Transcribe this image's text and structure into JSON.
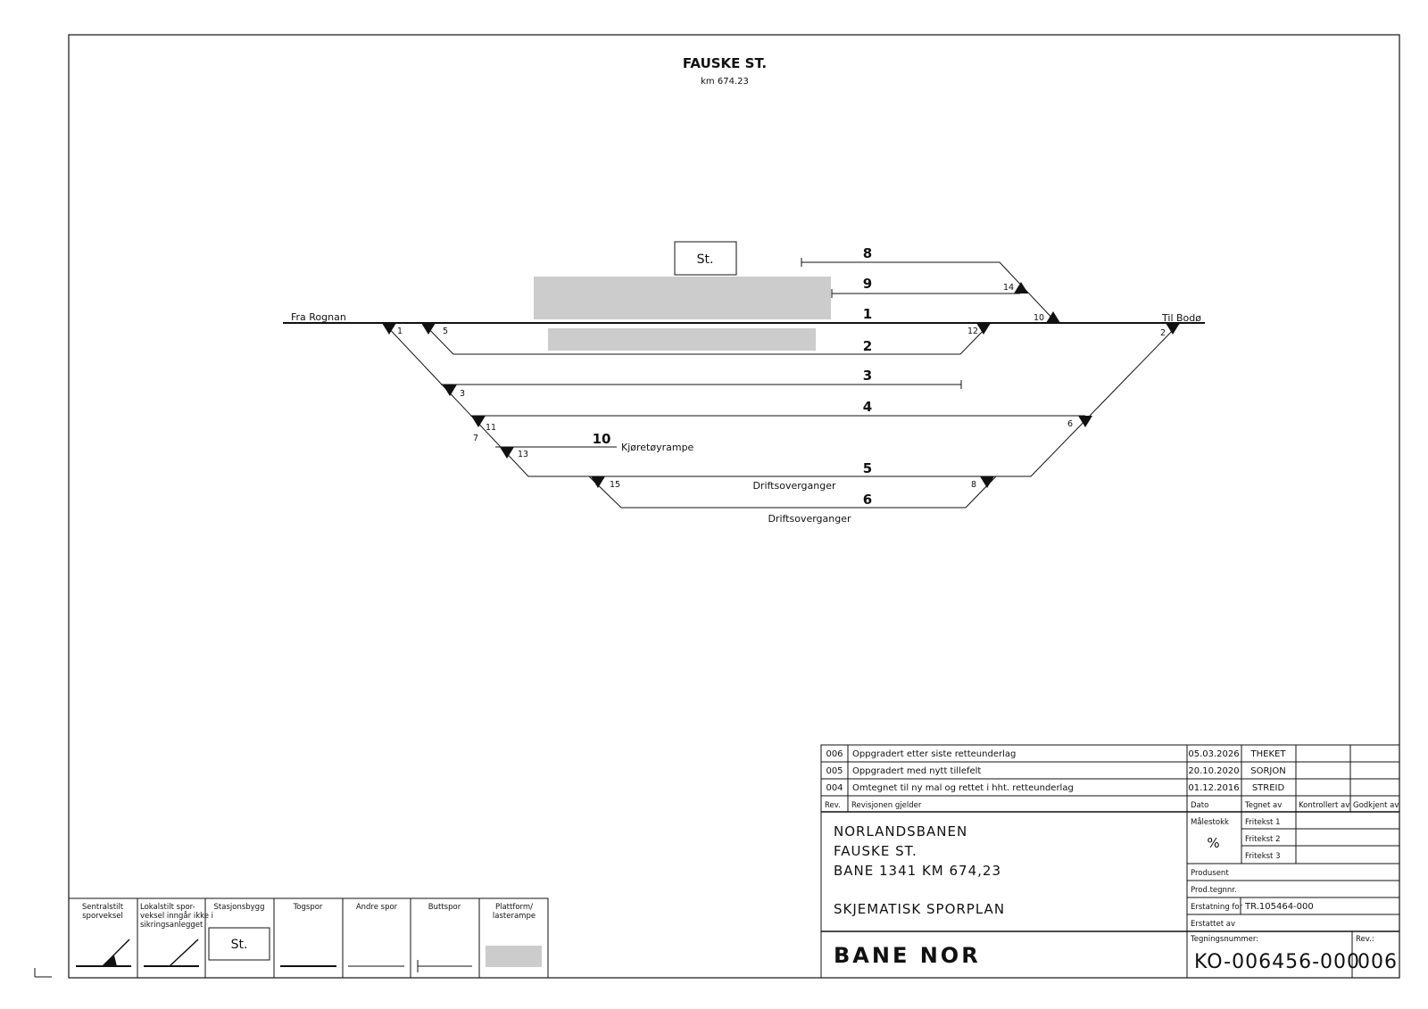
{
  "station": {
    "title": "FAUSKE ST.",
    "km": "km 674.23",
    "building_label": "St."
  },
  "directions": {
    "from": "Fra Rognan",
    "to": "Til Bodø"
  },
  "tracks": [
    {
      "id": "8",
      "label": "8"
    },
    {
      "id": "9",
      "label": "9"
    },
    {
      "id": "1",
      "label": "1"
    },
    {
      "id": "2",
      "label": "2"
    },
    {
      "id": "3",
      "label": "3"
    },
    {
      "id": "4",
      "label": "4"
    },
    {
      "id": "10",
      "label": "10"
    },
    {
      "id": "5",
      "label": "5"
    },
    {
      "id": "6",
      "label": "6"
    }
  ],
  "switches": [
    "1",
    "5",
    "12",
    "10",
    "14",
    "2",
    "3",
    "11",
    "7",
    "6",
    "13",
    "15",
    "8"
  ],
  "annotations": {
    "ramp": "Kjøretøyrampe",
    "crossing_upper": "Driftsoverganger",
    "crossing_lower": "Driftsoverganger"
  },
  "legend": [
    {
      "label": "Sentralstilt sporveksel",
      "lines": [
        "Sentralstilt",
        "sporveksel"
      ]
    },
    {
      "label": "Lokalstilt sporveksel inngår ikke i sikringsanlegget",
      "lines": [
        "Lokalstilt spor-",
        "veksel inngår ikke i",
        "sikringsanlegget"
      ]
    },
    {
      "label": "Stasjonsbygg",
      "lines": [
        "Stasjonsbygg"
      ],
      "symbol_text": "St."
    },
    {
      "label": "Togspor",
      "lines": [
        "Togspor"
      ]
    },
    {
      "label": "Andre spor",
      "lines": [
        "Andre spor"
      ]
    },
    {
      "label": "Buttspor",
      "lines": [
        "Buttspor"
      ]
    },
    {
      "label": "Plattform/lasterampe",
      "lines": [
        "Plattform/",
        "lasterampe"
      ]
    }
  ],
  "title_block": {
    "revisions": [
      {
        "rev": "006",
        "text": "Oppgradert etter siste retteunderlag",
        "date": "05.03.2026",
        "drawn": "THEKET",
        "checked": "",
        "approved": ""
      },
      {
        "rev": "005",
        "text": "Oppgradert med nytt tillefelt",
        "date": "20.10.2020",
        "drawn": "SORJON",
        "checked": "",
        "approved": ""
      },
      {
        "rev": "004",
        "text": "Omtegnet til ny mal og rettet i hht. retteunderlag",
        "date": "01.12.2016",
        "drawn": "STREID",
        "checked": "",
        "approved": ""
      }
    ],
    "headers": {
      "rev": "Rev.",
      "desc": "Revisjonen gjelder",
      "date": "Dato",
      "drawn": "Tegnet av",
      "checked": "Kontrollert av",
      "approved": "Godkjent av"
    },
    "project_lines": [
      "NORLANDSBANEN",
      "FAUSKE ST.",
      "BANE 1341 KM 674,23"
    ],
    "drawing_title": "SKJEMATISK SPORPLAN",
    "scale_label": "Målestokk",
    "scale_value": "%",
    "free_text": [
      "Fritekst 1",
      "Fritekst 2",
      "Fritekst 3"
    ],
    "producer_label": "Produsent",
    "producer_value": "",
    "prod_no_label": "Prod.tegnnr.",
    "prod_no_value": "",
    "replaces_label": "Erstatning for",
    "replaces_value": "TR.105464-000",
    "replaced_by_label": "Erstattet av",
    "replaced_by_value": "",
    "drawing_no_label": "Tegningsnummer:",
    "drawing_no": "KO-006456-000",
    "rev_label": "Rev.:",
    "rev_value": "006",
    "logo": "BANE NOR"
  },
  "colors": {
    "platform": "#cccccc",
    "line": "#111111"
  }
}
